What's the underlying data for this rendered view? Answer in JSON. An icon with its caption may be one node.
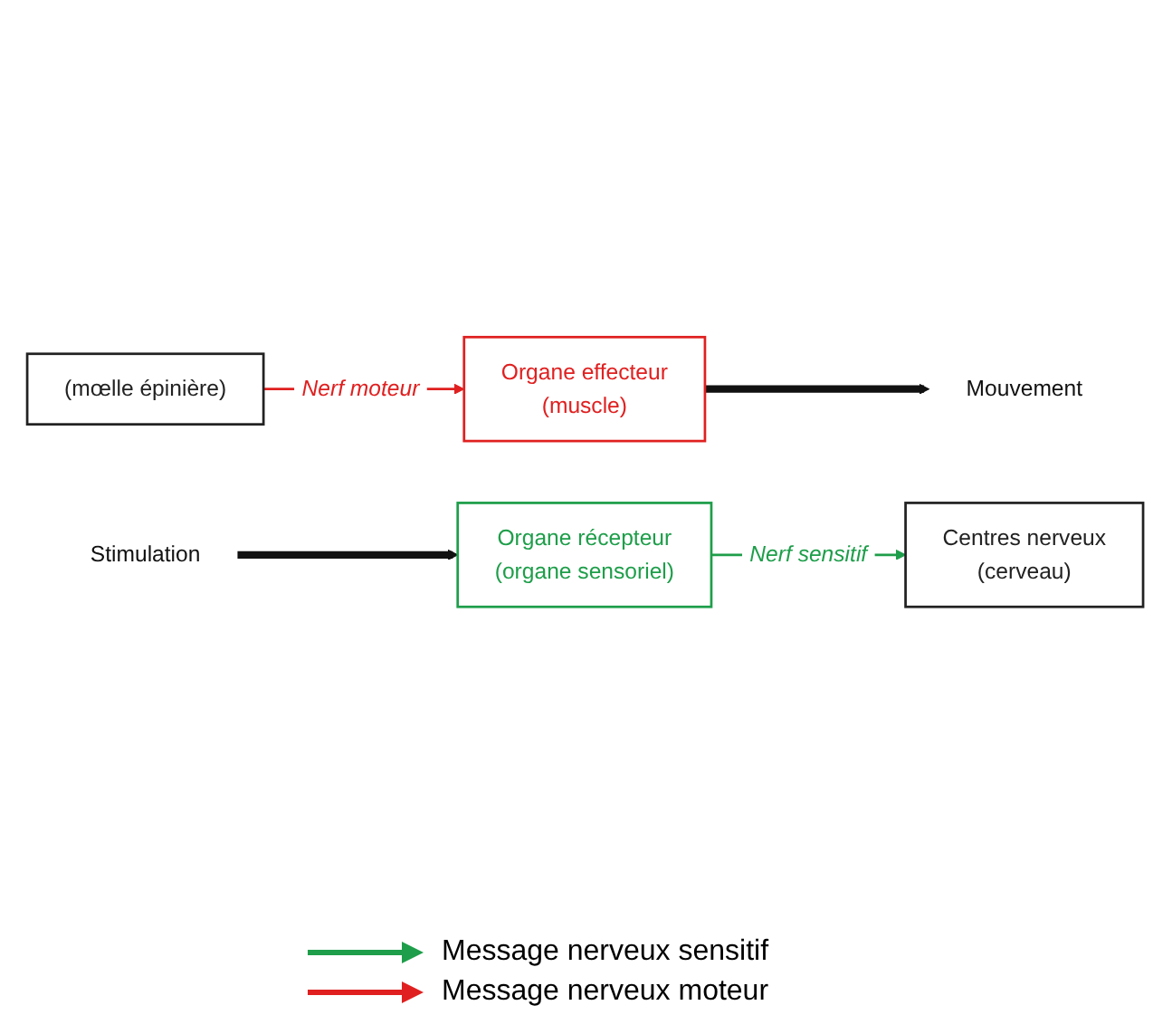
{
  "diagram": {
    "nodes": [
      {
        "text": [
          "Centres nerveux",
          "(cerveau)"
        ]
      },
      {
        "text": [
          "(mœlle épinière)"
        ]
      },
      {
        "text": [
          "Organe récepteur",
          "(organe sensoriel)"
        ]
      },
      {
        "text": [
          "Stimulation"
        ]
      },
      {
        "text": [
          "Organe effecteur",
          "(muscle)"
        ]
      },
      {
        "text": [
          "Mouvement"
        ]
      }
    ],
    "edges": [
      {
        "from": 3,
        "to": 2,
        "arrow": "to",
        "style": "thick",
        "color": "#111111"
      },
      {
        "from": 2,
        "to": 0,
        "arrow": "to",
        "label": "Nerf sensitif",
        "color": "#1e9e4a"
      },
      {
        "from": 1,
        "to": 4,
        "arrow": "to",
        "label": "Nerf moteur",
        "color": "#e02020"
      },
      {
        "from": 4,
        "to": 5,
        "arrow": "to",
        "style": "thick",
        "color": "#111111"
      }
    ],
    "legend": [
      {
        "text": "Message nerveux sensitif"
      },
      {
        "text": "Message nerveux moteur"
      }
    ]
  }
}
